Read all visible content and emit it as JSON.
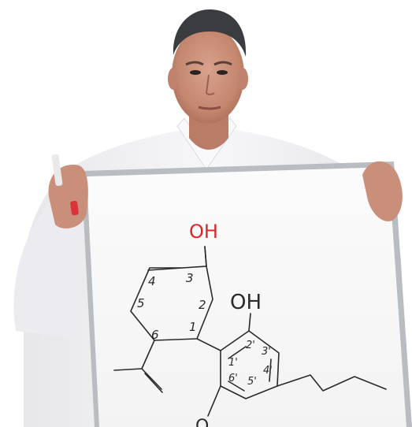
{
  "photo": {
    "whiteboard": {
      "labels": {
        "oh_top": "OH",
        "oh_right": "OH",
        "n4": "4",
        "n3": "3",
        "n5": "5",
        "n2": "2",
        "n6": "6",
        "n1": "1",
        "n2p": "2'",
        "n3p": "3'",
        "n1p": "1'",
        "n6p": "6'",
        "n5p": "5'",
        "n4p": "4'",
        "o_bottom": "O"
      }
    },
    "colors": {
      "shirt": "#f2f2f4",
      "skin": "#c98f7a",
      "hair": "#3b3c40",
      "board_frame": "#b9bcc0",
      "ink_black": "#2a2a2a",
      "ink_red": "#d9262b",
      "marker_red": "#d8343a"
    }
  }
}
